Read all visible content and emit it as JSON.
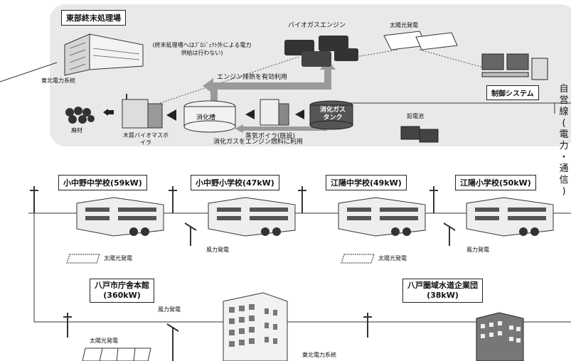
{
  "plant": {
    "title": "東部終末処理場",
    "note": "(終末処理場へはﾌﾟﾛｼﾞｪｸﾄ外による電力供給は行わない)",
    "grid_label": "東北電力系統",
    "biogas_engine": "バイオガスエンジン",
    "solar": "太陽光発電",
    "control_system": "制御システム",
    "engine_heat": "エンジン排熱を有効利用",
    "timber": "廃材",
    "biomass_boiler": "木質バイオマスボイラ",
    "digester": "消化槽",
    "gas_tank": "消化ガスタンク",
    "steam_boiler": "蒸気ボイラ(既設)",
    "battery": "鉛電池",
    "gas_fuel": "消化ガスをエンジン燃料に利用"
  },
  "private_line": "自営線(電力・通信)",
  "sites": [
    {
      "name": "小中野中学校",
      "capacity": "(59kW)",
      "sub": "太陽光発電"
    },
    {
      "name": "小中野小学校",
      "capacity": "(47kW)",
      "sub": "風力発電"
    },
    {
      "name": "江陽中学校",
      "capacity": "(49kW)",
      "sub": "太陽光発電"
    },
    {
      "name": "江陽小学校",
      "capacity": "(50kW)",
      "sub": "風力発電"
    }
  ],
  "city_hall": {
    "name": "八戸市庁舎本館",
    "capacity": "(360kW)",
    "wind": "風力発電",
    "solar": "太陽光発電"
  },
  "water": {
    "name": "八戸圏域水道企業団",
    "capacity": "(38kW)"
  },
  "bottom_grid": "東北電力系統",
  "colors": {
    "plant_bg": "#e9e9e9",
    "arrow": "#9a9a9a",
    "line": "#333333"
  }
}
